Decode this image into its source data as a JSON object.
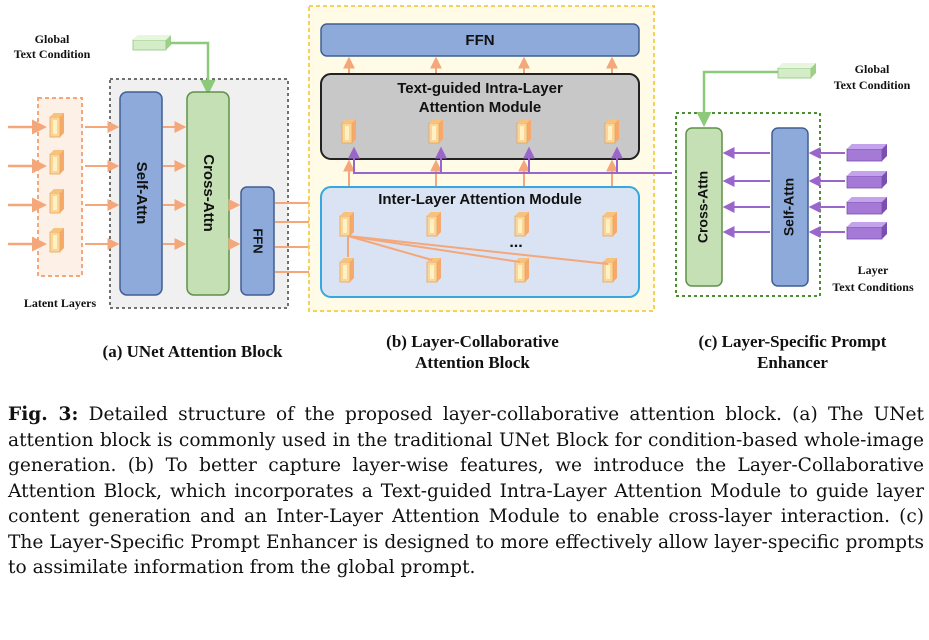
{
  "left": {
    "global_text_condition": [
      "Global",
      "Text Condition"
    ],
    "latent_layers": "Latent Layers",
    "self_attn": "Self-Attn",
    "cross_attn": "Cross-Attn",
    "ffn": "FFN",
    "caption": "(a) UNet Attention Block"
  },
  "middle": {
    "ffn": "FFN",
    "intra_module": [
      "Text-guided Intra-Layer",
      "Attention Module"
    ],
    "inter_module": "Inter-Layer Attention Module",
    "ellipsis": "...",
    "caption": [
      "(b) Layer-Collaborative",
      "Attention Block"
    ]
  },
  "right": {
    "global_text_condition": [
      "Global",
      "Text Condition"
    ],
    "cross_attn": "Cross-Attn",
    "self_attn": "Self-Attn",
    "layer_text_conditions": [
      "Layer",
      "Text Conditions"
    ],
    "caption": [
      "(c) Layer-Specific Prompt",
      "Enhancer"
    ]
  },
  "caption": {
    "label": "Fig. 3:",
    "text": " Detailed structure of the proposed layer-collaborative attention block. (a) The UNet attention block is commonly used in the traditional UNet Block for condition-based whole-image generation. (b) To better capture layer-wise features, we introduce the Layer-Collaborative Attention Block, which incorporates a Text-guided Intra-Layer Attention Module to guide layer content generation and an Inter-Layer Attention Module to enable cross-layer interaction. (c) The Layer-Specific Prompt Enhancer is designed to more effectively allow layer-specific prompts to assimilate information from the global prompt."
  },
  "colors": {
    "orange_arrow": "#f4a77a",
    "green_line": "#8cc97a",
    "purple_arrow": "#9966cc",
    "blue_block": "#8eaadb",
    "green_block": "#c5e0b4",
    "gray_block": "#c8c8c8",
    "light_blue_block": "#dae3f3",
    "purple_prompt": "#9b6ac8",
    "latent_orange": "#f8cc7a"
  }
}
